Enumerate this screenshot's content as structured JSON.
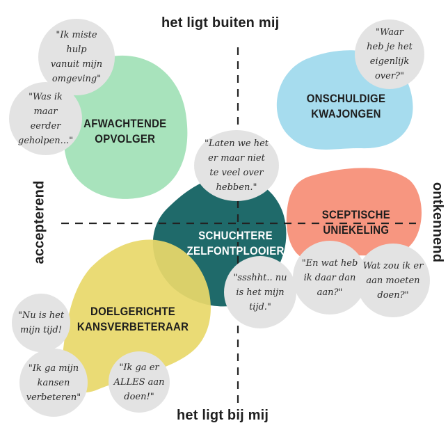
{
  "axes": {
    "top": "het ligt buiten mij",
    "bottom": "het ligt bij mij",
    "left": "accepterend",
    "right": "ontkennend"
  },
  "groups": [
    {
      "key": "afwachtende",
      "title": "AFWACHTENDE\nOPVOLGER",
      "color": "#a8e3bc"
    },
    {
      "key": "onschuldige",
      "title": "ONSCHULDIGE\nKWAJONGEN",
      "color": "#a6dcee"
    },
    {
      "key": "sceptische",
      "title": "SCEPTISCHE\nUNIEKELING",
      "color": "#f79680"
    },
    {
      "key": "schuchtere",
      "title": "SCHUCHTERE\nZELFONTPLOOIER",
      "color": "#1f6a6a"
    },
    {
      "key": "doelgerichte",
      "title": "DOELGERICHTE\nKANSVERBETERAAR",
      "color": "#e8d86a"
    }
  ],
  "quotes": {
    "afwachtende_1": "\"Ik miste\nhulp\nvanuit mijn\nomgeving\"",
    "afwachtende_2": "\"Was ik\nmaar\neerder\ngeholpen...\"",
    "onschuldige_1": "\"Waar\nheb je het\neigenlijk\nover?\"",
    "schuchtere_1": "\"Laten we het\ner maar niet\nte veel over\nhebben.\"",
    "schuchtere_2": "\"ssshht.. nu\nis het mijn\ntijd.\"",
    "sceptische_1": "\"En wat heb\nik daar dan\naan?\"",
    "sceptische_2": "Wat zou ik er\naan moeten\ndoen?\"",
    "doelgerichte_1": "\"Nu is het\nmijn tijd!",
    "doelgerichte_2": "\"Ik ga mijn\nkansen\nverbeteren\"",
    "doelgerichte_3": "\"Ik ga er\nALLES aan\ndoen!\""
  }
}
